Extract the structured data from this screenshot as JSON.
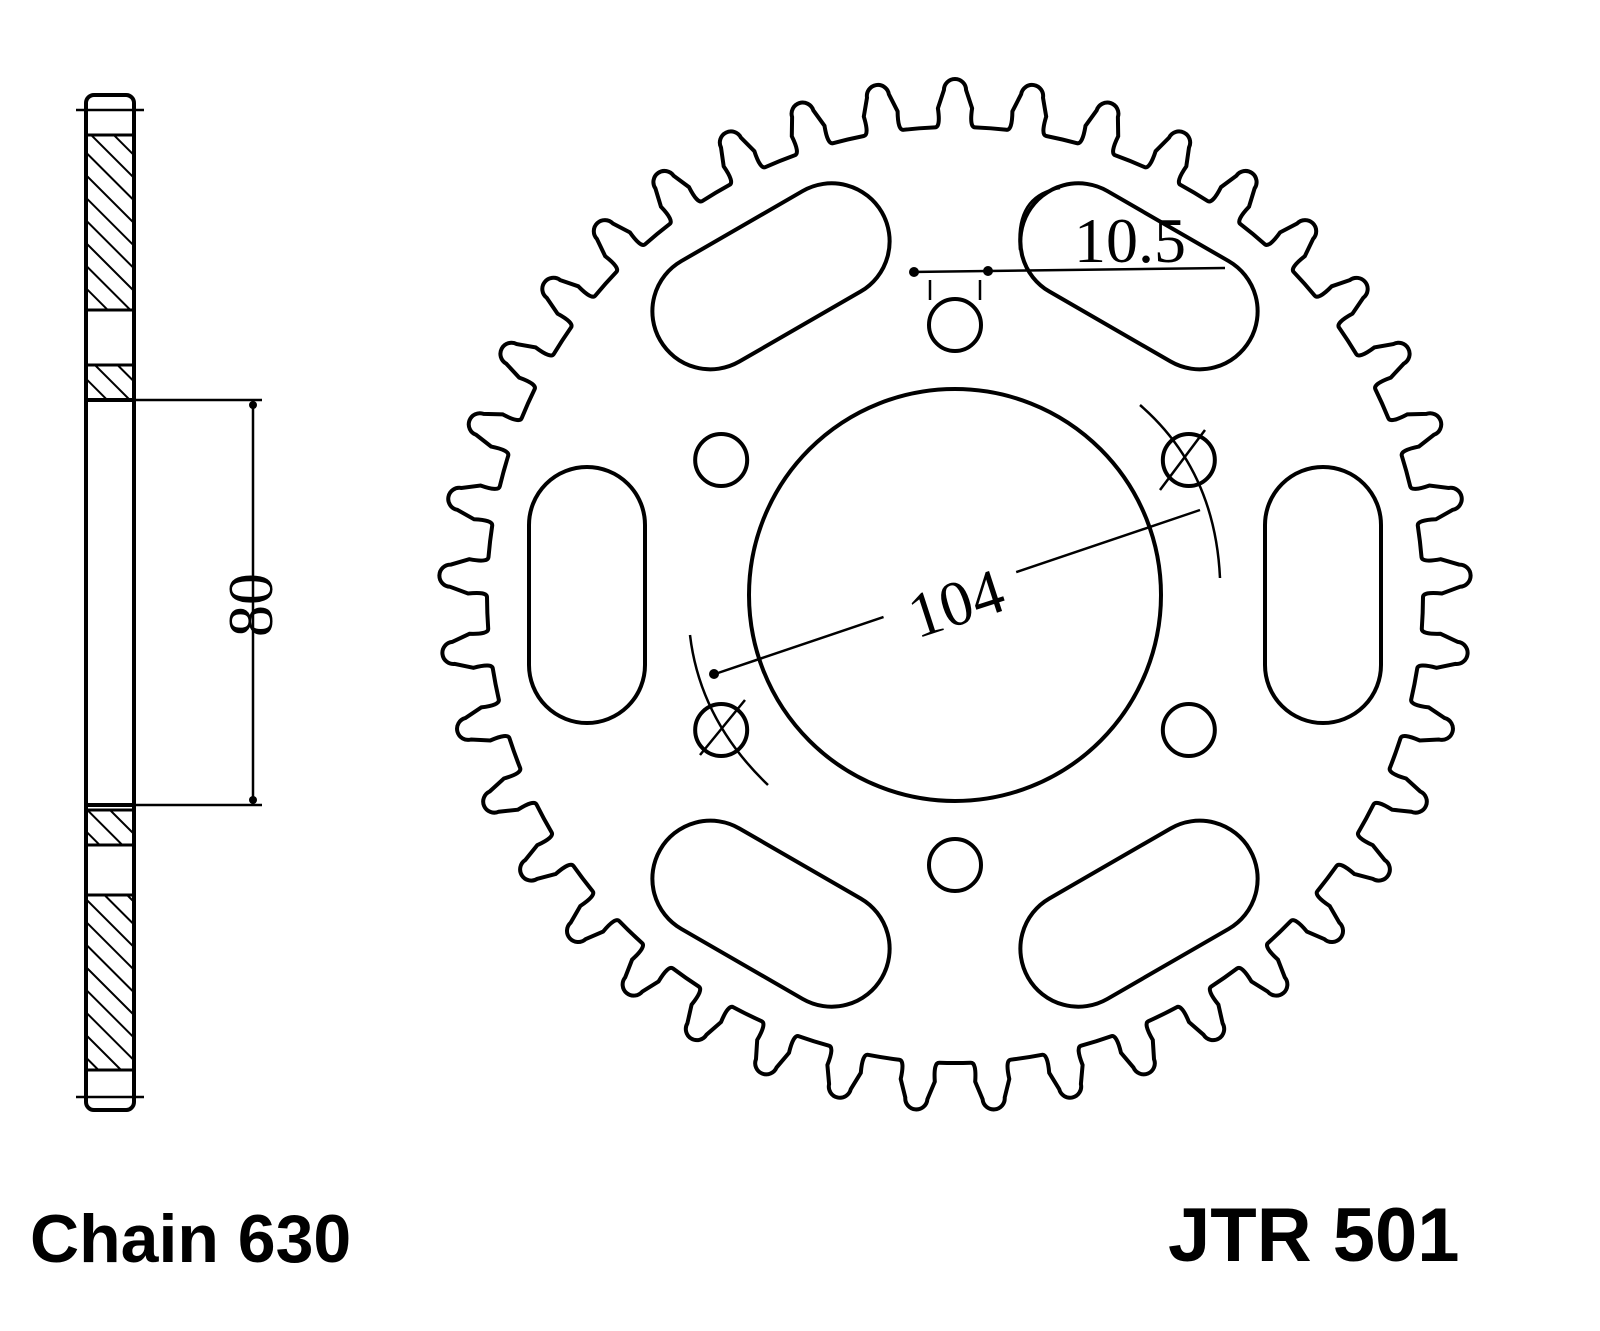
{
  "diagram": {
    "title": "JTR 501",
    "chain_label": "Chain 630",
    "dimensions": {
      "bolt_hole_diameter": "10.5",
      "pitch_circle_diameter": "104",
      "center_bore": "80"
    },
    "sprocket": {
      "teeth": 41,
      "bolt_holes": 6,
      "lightening_slots": 6
    }
  }
}
